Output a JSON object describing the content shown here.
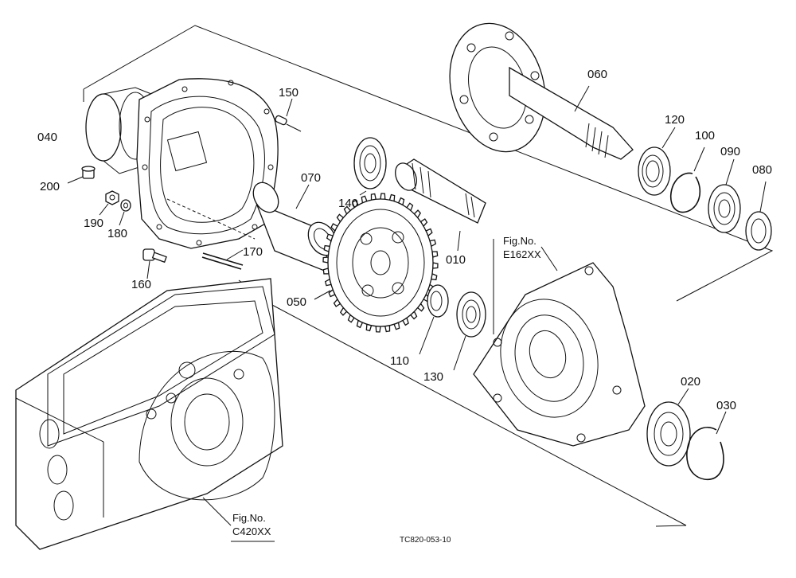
{
  "parts": [
    {
      "id": "p010",
      "label": "010"
    },
    {
      "id": "p020",
      "label": "020"
    },
    {
      "id": "p030",
      "label": "030"
    },
    {
      "id": "p040",
      "label": "040"
    },
    {
      "id": "p050",
      "label": "050"
    },
    {
      "id": "p060",
      "label": "060"
    },
    {
      "id": "p070",
      "label": "070"
    },
    {
      "id": "p080",
      "label": "080"
    },
    {
      "id": "p090",
      "label": "090"
    },
    {
      "id": "p100",
      "label": "100"
    },
    {
      "id": "p110",
      "label": "110"
    },
    {
      "id": "p120",
      "label": "120"
    },
    {
      "id": "p130",
      "label": "130"
    },
    {
      "id": "p140",
      "label": "140"
    },
    {
      "id": "p150",
      "label": "150"
    },
    {
      "id": "p160",
      "label": "160"
    },
    {
      "id": "p170",
      "label": "170"
    },
    {
      "id": "p180",
      "label": "180"
    },
    {
      "id": "p190",
      "label": "190"
    },
    {
      "id": "p200",
      "label": "200"
    }
  ],
  "references": {
    "ref1_title": "Fig.No.",
    "ref1_code": "E162XX",
    "ref2_title": "Fig.No.",
    "ref2_code": "C420XX"
  },
  "drawing_code": "TC820-053-10"
}
